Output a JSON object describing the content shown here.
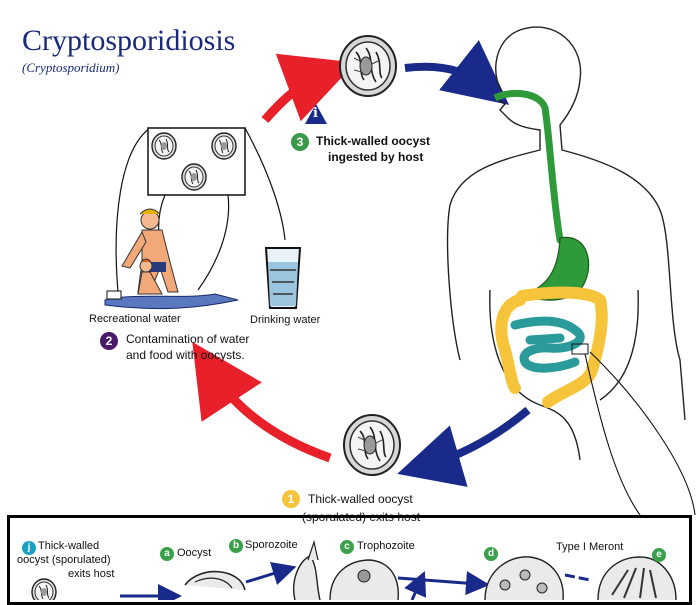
{
  "title": "Cryptosporidiosis",
  "subtitle": "(Cryptosporidium)",
  "steps": [
    {
      "num": "1",
      "line1": "Thick-walled oocyst",
      "line2": "(sporulated) exits host",
      "color": "#f5c43a"
    },
    {
      "num": "2",
      "line1": "Contamination of water",
      "line2": "and food with oocysts.",
      "color": "#4a1a6a"
    },
    {
      "num": "3",
      "line1": "Thick-walled oocyst",
      "line2": "ingested by host",
      "color": "#3a9a4a"
    }
  ],
  "info_icon": "i",
  "labels": {
    "recreational": "Recreational water",
    "drinking": "Drinking water"
  },
  "stages": [
    {
      "letter": "j",
      "line1": "Thick-walled",
      "line2": "oocyst (sporulated)",
      "line3": "exits host",
      "color": "#1aa0c0"
    },
    {
      "letter": "a",
      "label": "Oocyst",
      "color": "#3aa04a"
    },
    {
      "letter": "b",
      "label": "Sporozoite",
      "color": "#3aa04a"
    },
    {
      "letter": "c",
      "label": "Trophozoite",
      "color": "#3aa04a"
    },
    {
      "letter": "d",
      "label": "Type I Meront",
      "color": "#3aa04a"
    },
    {
      "letter": "e",
      "label": "",
      "color": "#3aa04a"
    }
  ],
  "colors": {
    "title": "#1a2a7a",
    "red_arrow": "#e8202a",
    "blue_arrow": "#1a2a8a",
    "stomach_green": "#2f9a3a",
    "colon_yellow": "#f5c43a",
    "intestine_teal": "#2a9a9a"
  }
}
